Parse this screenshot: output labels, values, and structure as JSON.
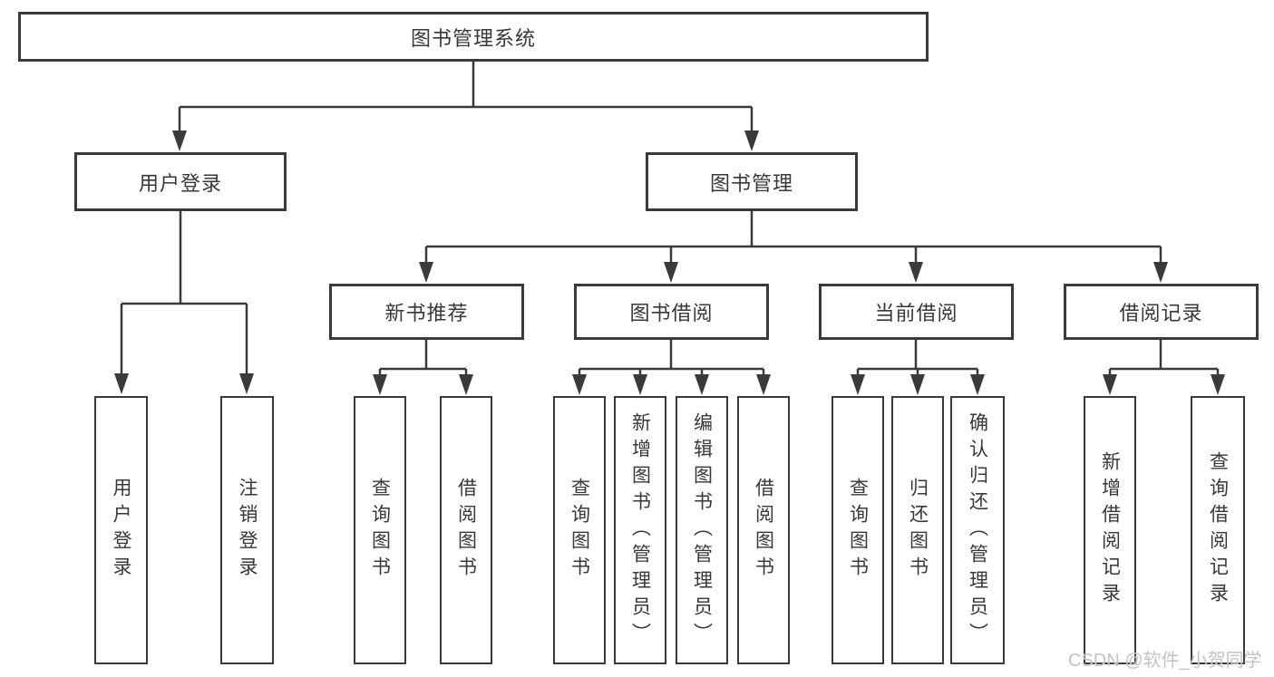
{
  "diagram": {
    "root": {
      "label": "图书管理系统"
    },
    "level2": [
      {
        "label": "用户登录"
      },
      {
        "label": "图书管理"
      }
    ],
    "user_login_children": [
      "用户登录",
      "注销登录"
    ],
    "modules": [
      {
        "label": "新书推荐",
        "children": [
          "查询图书",
          "借阅图书"
        ]
      },
      {
        "label": "图书借阅",
        "children": [
          "查询图书",
          "新增图书（管理员）",
          "编辑图书（管理员）",
          "借阅图书"
        ]
      },
      {
        "label": "当前借阅",
        "children": [
          "查询图书",
          "归还图书",
          "确认归还（管理员）"
        ]
      },
      {
        "label": "借阅记录",
        "children": [
          "新增借阅记录",
          "查询借阅记录"
        ]
      }
    ]
  },
  "watermark": "CSDN @软件_小贺同学",
  "colors": {
    "line": "#3a3a3a",
    "box_border": "#3a3a3a",
    "text": "#383838",
    "watermark_text": "#c3c3c3",
    "background": "#ffffff"
  }
}
